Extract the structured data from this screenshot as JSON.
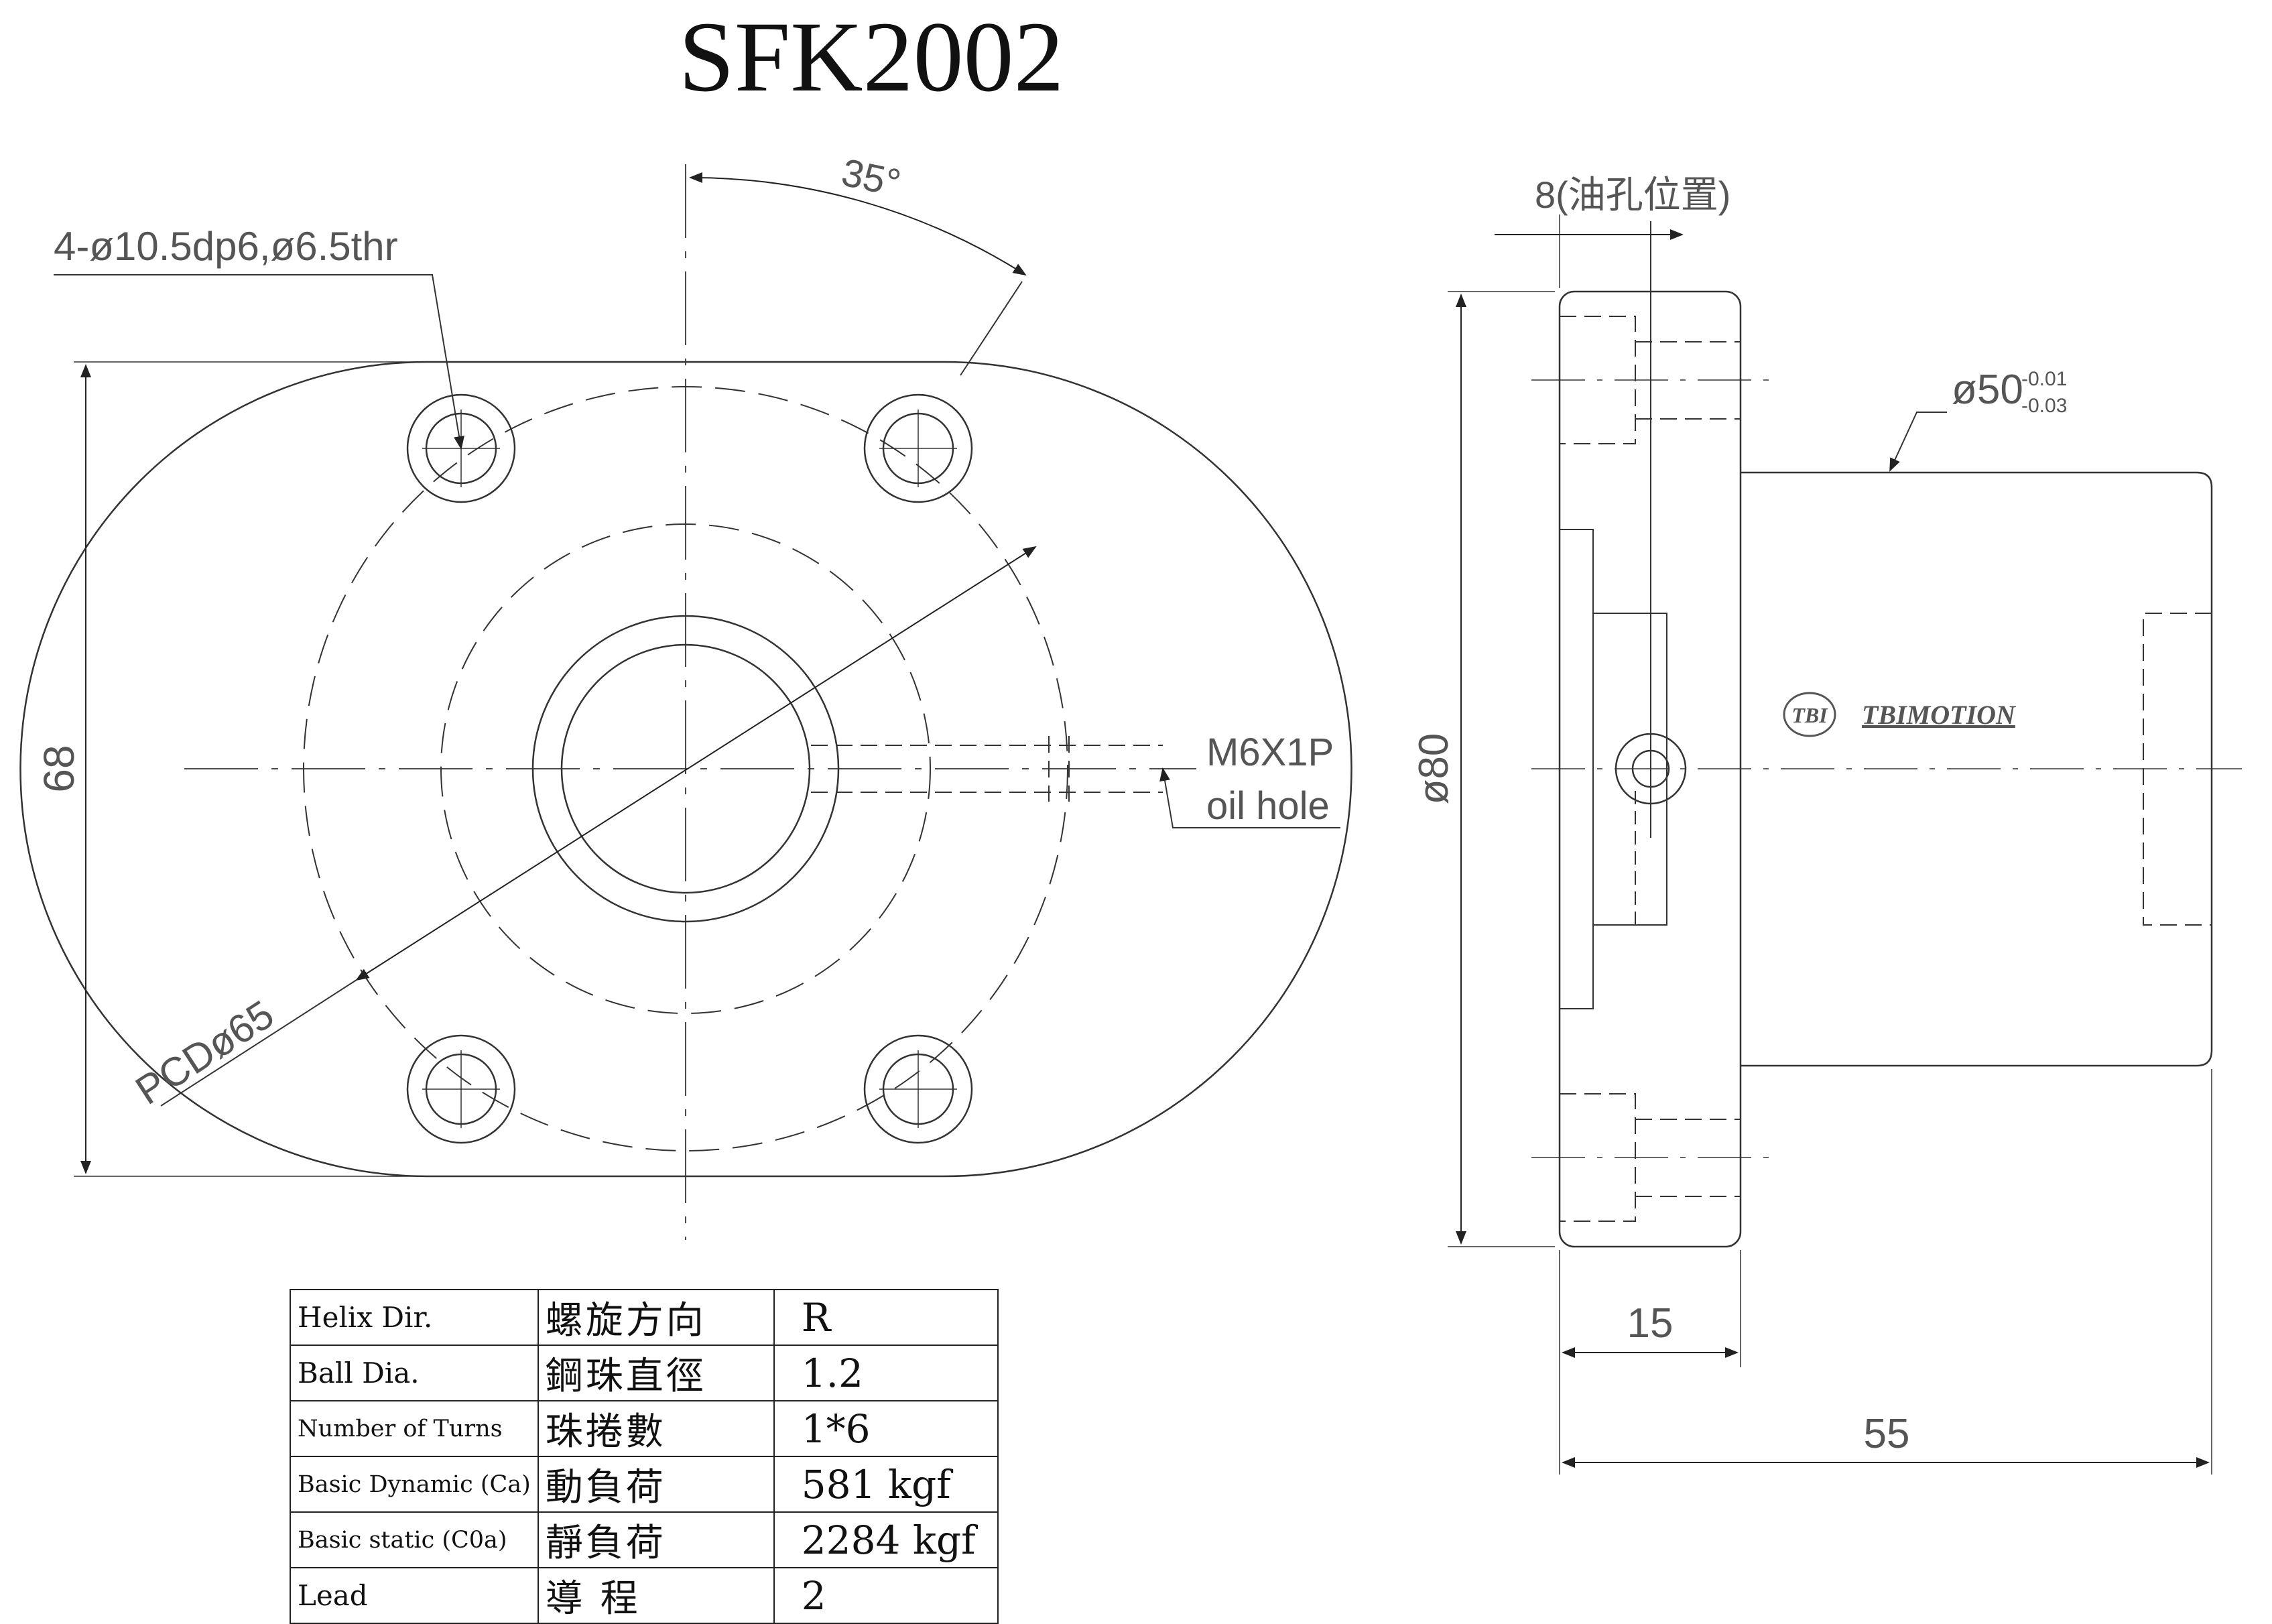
{
  "title": "SFK2002",
  "front_view": {
    "angle_label": "35°",
    "hole_callout": "4-ø10.5dp6,ø6.5thr",
    "height_label": "68",
    "pcd_label": "PCDø65",
    "oil_hole_line1": "M6X1P",
    "oil_hole_line2": "oil hole"
  },
  "side_view": {
    "oil_position_label": "8(油孔位置)",
    "flange_dia_label": "ø80",
    "body_dia_label": "ø50",
    "tol_upper": "-0.01",
    "tol_lower": "-0.03",
    "flange_width_label": "15",
    "length_label": "55",
    "brand_badge": "TBI",
    "brand_name": "TBIMOTION"
  },
  "spec_table": [
    {
      "en": "Helix  Dir.",
      "zh": "螺旋方向",
      "value": "R"
    },
    {
      "en": "Ball Dia.",
      "zh": "鋼珠直徑",
      "value": "1.2"
    },
    {
      "en": "Number of Turns",
      "zh": "珠捲數",
      "value": "1*6"
    },
    {
      "en": "Basic Dynamic (Ca)",
      "zh": "動負荷",
      "value": "581  kgf"
    },
    {
      "en": "Basic static (C0a)",
      "zh": "靜負荷",
      "value": "2284  kgf"
    },
    {
      "en": "Lead",
      "zh": "導  程",
      "value": "2"
    }
  ]
}
